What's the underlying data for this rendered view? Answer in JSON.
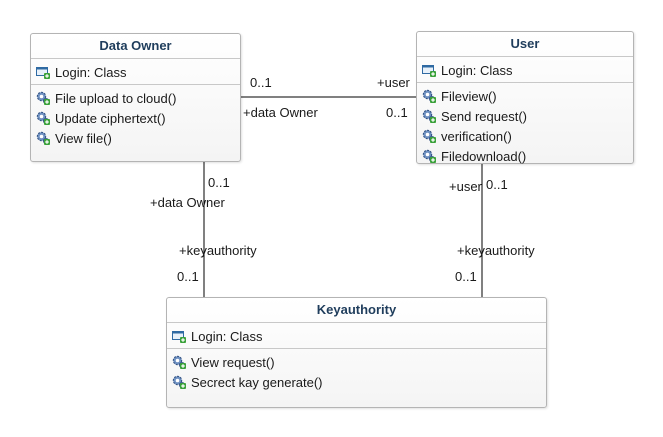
{
  "diagram": {
    "classes": {
      "data_owner": {
        "name": "Data Owner",
        "attributes": [
          {
            "text": "Login: Class",
            "icon": "attribute-icon"
          }
        ],
        "operations": [
          {
            "text": "File upload to cloud()",
            "icon": "operation-icon"
          },
          {
            "text": "Update ciphertext()",
            "icon": "operation-icon"
          },
          {
            "text": "View file()",
            "icon": "operation-icon"
          }
        ]
      },
      "user": {
        "name": "User",
        "attributes": [
          {
            "text": "Login: Class",
            "icon": "attribute-icon"
          }
        ],
        "operations": [
          {
            "text": "Fileview()",
            "icon": "operation-icon"
          },
          {
            "text": "Send request()",
            "icon": "operation-icon"
          },
          {
            "text": "verification()",
            "icon": "operation-icon"
          },
          {
            "text": "Filedownload()",
            "icon": "operation-icon"
          }
        ]
      },
      "keyauthority": {
        "name": "Keyauthority",
        "attributes": [
          {
            "text": "Login: Class",
            "icon": "attribute-icon"
          }
        ],
        "operations": [
          {
            "text": "View request()",
            "icon": "operation-icon"
          },
          {
            "text": "Secrect kay generate()",
            "icon": "operation-icon"
          }
        ]
      }
    },
    "associations": {
      "owner_user": {
        "owner_end_multiplicity": "0..1",
        "owner_end_role": "+data Owner",
        "user_end_role": "+user",
        "user_end_multiplicity": "0..1"
      },
      "owner_key": {
        "owner_end_multiplicity": "0..1",
        "owner_end_role": "+data Owner",
        "key_end_role": "+keyauthority",
        "key_end_multiplicity": "0..1"
      },
      "user_key": {
        "user_end_role": "+user",
        "user_end_multiplicity": "0..1",
        "key_end_role": "+keyauthority",
        "key_end_multiplicity": "0..1"
      }
    },
    "colors": {
      "title_text": "#1f3d5c",
      "border": "#b4b4b4",
      "line": "#000000"
    }
  }
}
